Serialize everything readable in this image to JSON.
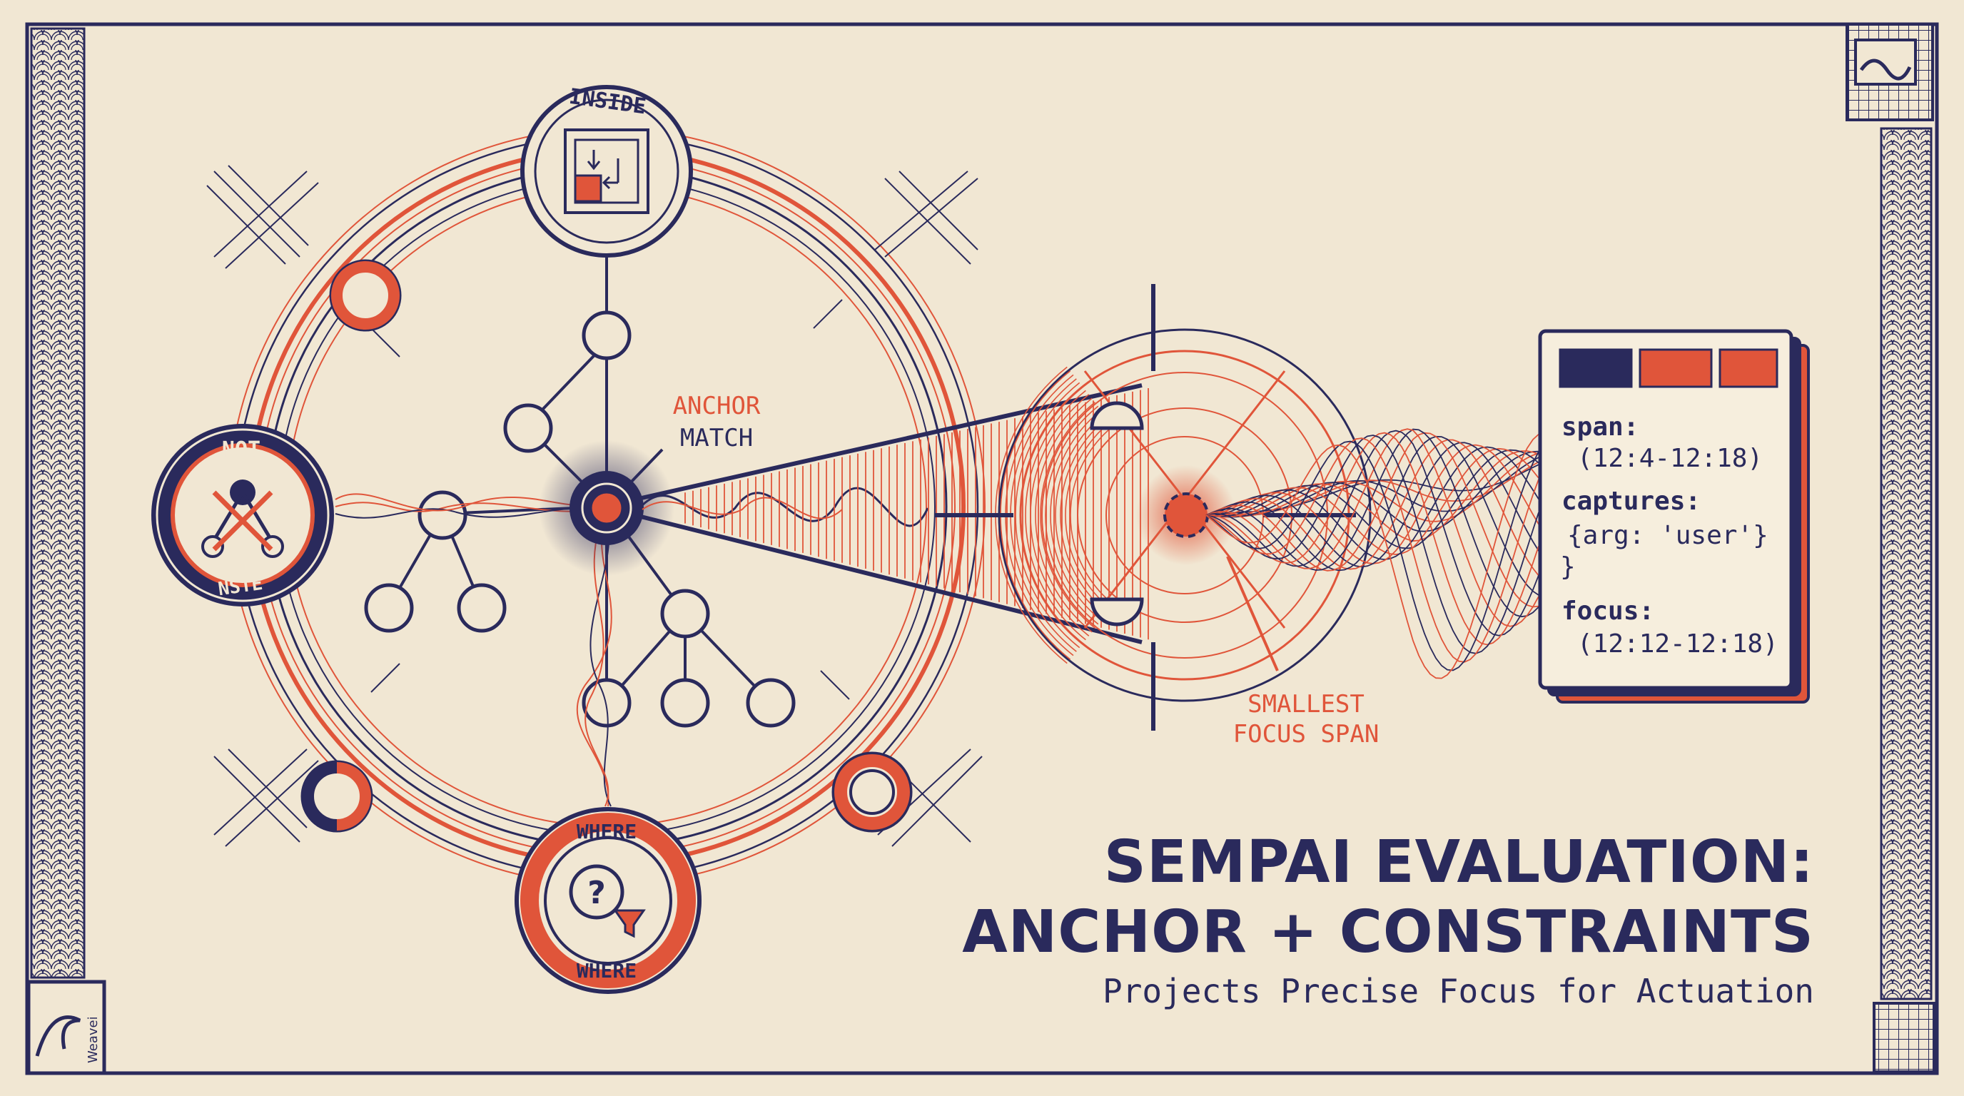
{
  "colors": {
    "navy": "#2a2a5c",
    "orange": "#e0553a",
    "paper": "#f1e7d3"
  },
  "diagram": {
    "top_node": {
      "label": "INSIDE",
      "icon": "nested-square-icon"
    },
    "left_node": {
      "label_top": "NOT",
      "label_bottom": "NSTE",
      "icon": "crossed-tree-icon"
    },
    "bottom_node": {
      "label_top": "WHERE",
      "label_bottom": "WHERE",
      "icon": "question-filter-icon"
    },
    "anchor_label_line1": "ANCHOR",
    "anchor_label_line2": "MATCH",
    "focus_label_line1": "SMALLEST",
    "focus_label_line2": "FOCUS SPAN",
    "logo_text": "Weavei"
  },
  "card": {
    "swatches": [
      "#2a2a5c",
      "#e0553a",
      "#e0553a"
    ],
    "span_key": "span:",
    "span_value": "(12:4-12:18)",
    "captures_key": "captures:",
    "captures_value": "{arg: 'user'}",
    "captures_close": "}",
    "focus_key": "focus:",
    "focus_value": "(12:12-12:18)"
  },
  "heading": {
    "title_line1": "SEMPAI EVALUATION:",
    "title_line2": "ANCHOR + CONSTRAINTS",
    "subtitle": "Projects Precise Focus for Actuation"
  }
}
